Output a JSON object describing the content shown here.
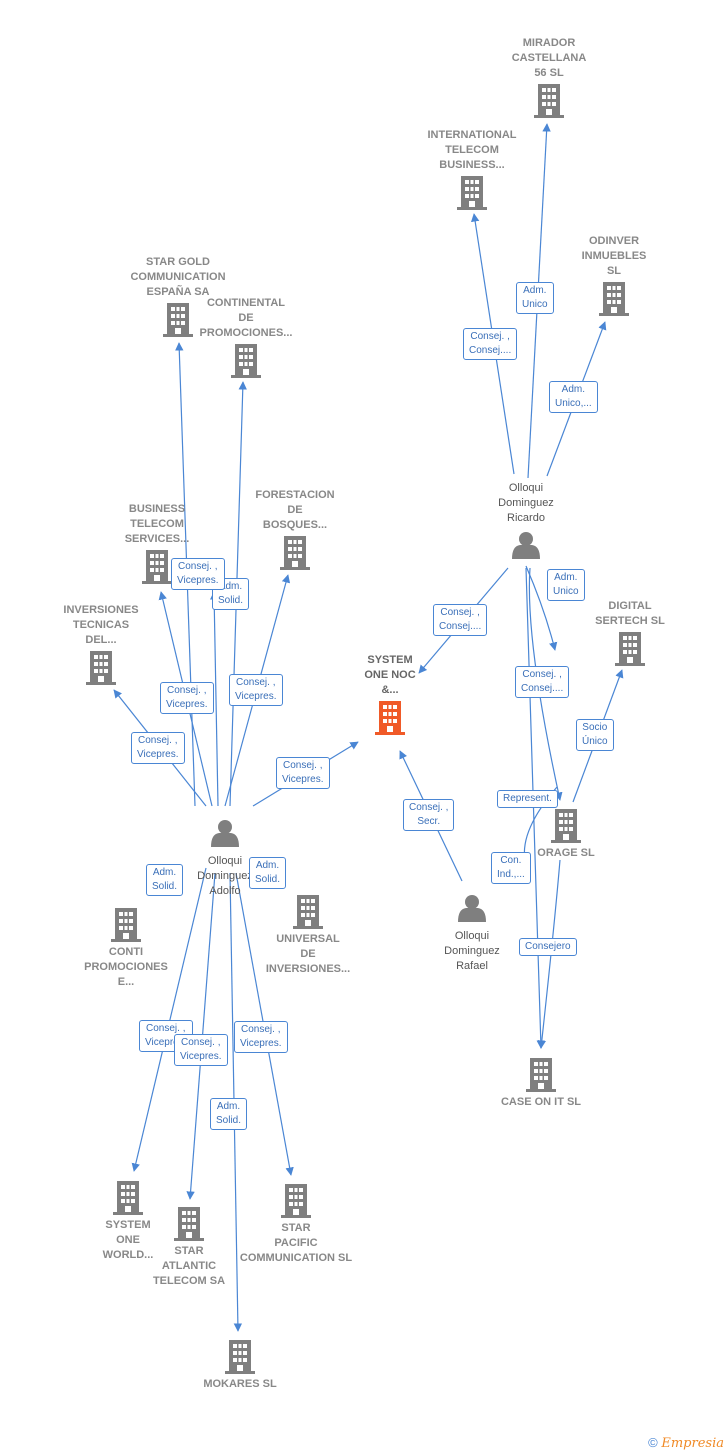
{
  "colors": {
    "edge": "#4a86d4",
    "company": "#7f7f7f",
    "center": "#f05a28",
    "person": "#7f7f7f"
  },
  "nodes": [
    {
      "id": "center",
      "type": "center",
      "label": [
        "SYSTEM",
        "ONE NOC",
        "&..."
      ]
    },
    {
      "id": "mirador",
      "type": "company",
      "label": [
        "MIRADOR",
        "CASTELLANA",
        "56 SL"
      ]
    },
    {
      "id": "intl",
      "type": "company",
      "label": [
        "INTERNATIONAL",
        "TELECOM",
        "BUSINESS..."
      ]
    },
    {
      "id": "odinver",
      "type": "company",
      "label": [
        "ODINVER",
        "INMUEBLES",
        "SL"
      ]
    },
    {
      "id": "ricardo",
      "type": "person",
      "label": [
        "Olloqui",
        "Dominguez",
        "Ricardo"
      ]
    },
    {
      "id": "digital",
      "type": "company",
      "label": [
        "DIGITAL",
        "SERTECH  SL"
      ]
    },
    {
      "id": "storage",
      "type": "company",
      "label": [
        "ORAGE SL"
      ]
    },
    {
      "id": "caseon",
      "type": "company",
      "label": [
        "CASE ON IT  SL"
      ]
    },
    {
      "id": "rafael",
      "type": "person",
      "label": [
        "Olloqui",
        "Dominguez",
        "Rafael"
      ]
    },
    {
      "id": "stargold",
      "type": "company",
      "label": [
        "STAR GOLD",
        "COMMUNICATION",
        "ESPAÑA SA"
      ]
    },
    {
      "id": "continental",
      "type": "company",
      "label": [
        "CONTINENTAL",
        "DE",
        "PROMOCIONES..."
      ]
    },
    {
      "id": "business",
      "type": "company",
      "label": [
        "BUSINESS",
        "TELECOM",
        "SERVICES..."
      ]
    },
    {
      "id": "forestacion",
      "type": "company",
      "label": [
        "FORESTACION",
        "DE",
        "BOSQUES..."
      ]
    },
    {
      "id": "inversiones",
      "type": "company",
      "label": [
        "INVERSIONES",
        "TECNICAS",
        "DEL..."
      ]
    },
    {
      "id": "adolfo",
      "type": "person",
      "label": [
        "Olloqui",
        "Dominguez",
        "Adolfo"
      ]
    },
    {
      "id": "conti",
      "type": "company",
      "label": [
        "CONTI",
        "PROMOCIONES",
        "E..."
      ]
    },
    {
      "id": "universal",
      "type": "company",
      "label": [
        "UNIVERSAL",
        "DE",
        "INVERSIONES..."
      ]
    },
    {
      "id": "sysworld",
      "type": "company",
      "label": [
        "SYSTEM",
        "ONE",
        "WORLD..."
      ]
    },
    {
      "id": "staratlantic",
      "type": "company",
      "label": [
        "STAR",
        "ATLANTIC",
        "TELECOM SA"
      ]
    },
    {
      "id": "starpacific",
      "type": "company",
      "label": [
        "STAR",
        "PACIFIC",
        "COMMUNICATION SL"
      ]
    },
    {
      "id": "mokares",
      "type": "company",
      "label": [
        "MOKARES  SL"
      ]
    }
  ],
  "edge_labels": [
    {
      "id": "e1",
      "lines": [
        "Adm.",
        "Unico"
      ]
    },
    {
      "id": "e2",
      "lines": [
        "Consej. ,",
        "Consej...."
      ]
    },
    {
      "id": "e3",
      "lines": [
        "Adm.",
        "Unico,..."
      ]
    },
    {
      "id": "e4",
      "lines": [
        "Adm.",
        "Unico"
      ]
    },
    {
      "id": "e5",
      "lines": [
        "Consej. ,",
        "Consej...."
      ]
    },
    {
      "id": "e6",
      "lines": [
        "Consej. ,",
        "Consej...."
      ]
    },
    {
      "id": "e7",
      "lines": [
        "Socio",
        "Único"
      ]
    },
    {
      "id": "e8",
      "lines": [
        "Represent."
      ]
    },
    {
      "id": "e9",
      "lines": [
        "Con.",
        "Ind.,..."
      ]
    },
    {
      "id": "e10",
      "lines": [
        "Consejero"
      ]
    },
    {
      "id": "e11",
      "lines": [
        "Consej. ,",
        "Secr."
      ]
    },
    {
      "id": "e12",
      "lines": [
        "Consej. ,",
        "Vicepres."
      ]
    },
    {
      "id": "e13",
      "lines": [
        "Adm.",
        "Solid."
      ]
    },
    {
      "id": "e14",
      "lines": [
        "Consej. ,",
        "Vicepres."
      ]
    },
    {
      "id": "e15",
      "lines": [
        "Consej. ,",
        "Vicepres."
      ]
    },
    {
      "id": "e16",
      "lines": [
        "Consej. ,",
        "Vicepres."
      ]
    },
    {
      "id": "e17",
      "lines": [
        "Consej. ,",
        "Vicepres."
      ]
    },
    {
      "id": "e18",
      "lines": [
        "Adm.",
        "Solid."
      ]
    },
    {
      "id": "e19",
      "lines": [
        "Adm.",
        "Solid."
      ]
    },
    {
      "id": "e20",
      "lines": [
        "Consej. ,",
        "Vicepres."
      ]
    },
    {
      "id": "e21",
      "lines": [
        "Consej. ,",
        "Vicepres."
      ]
    },
    {
      "id": "e22",
      "lines": [
        "Consej. ,",
        "Vicepres."
      ]
    },
    {
      "id": "e23",
      "lines": [
        "Adm.",
        "Solid."
      ]
    }
  ],
  "footer": {
    "copyright": "©",
    "brand": "Empresia"
  }
}
